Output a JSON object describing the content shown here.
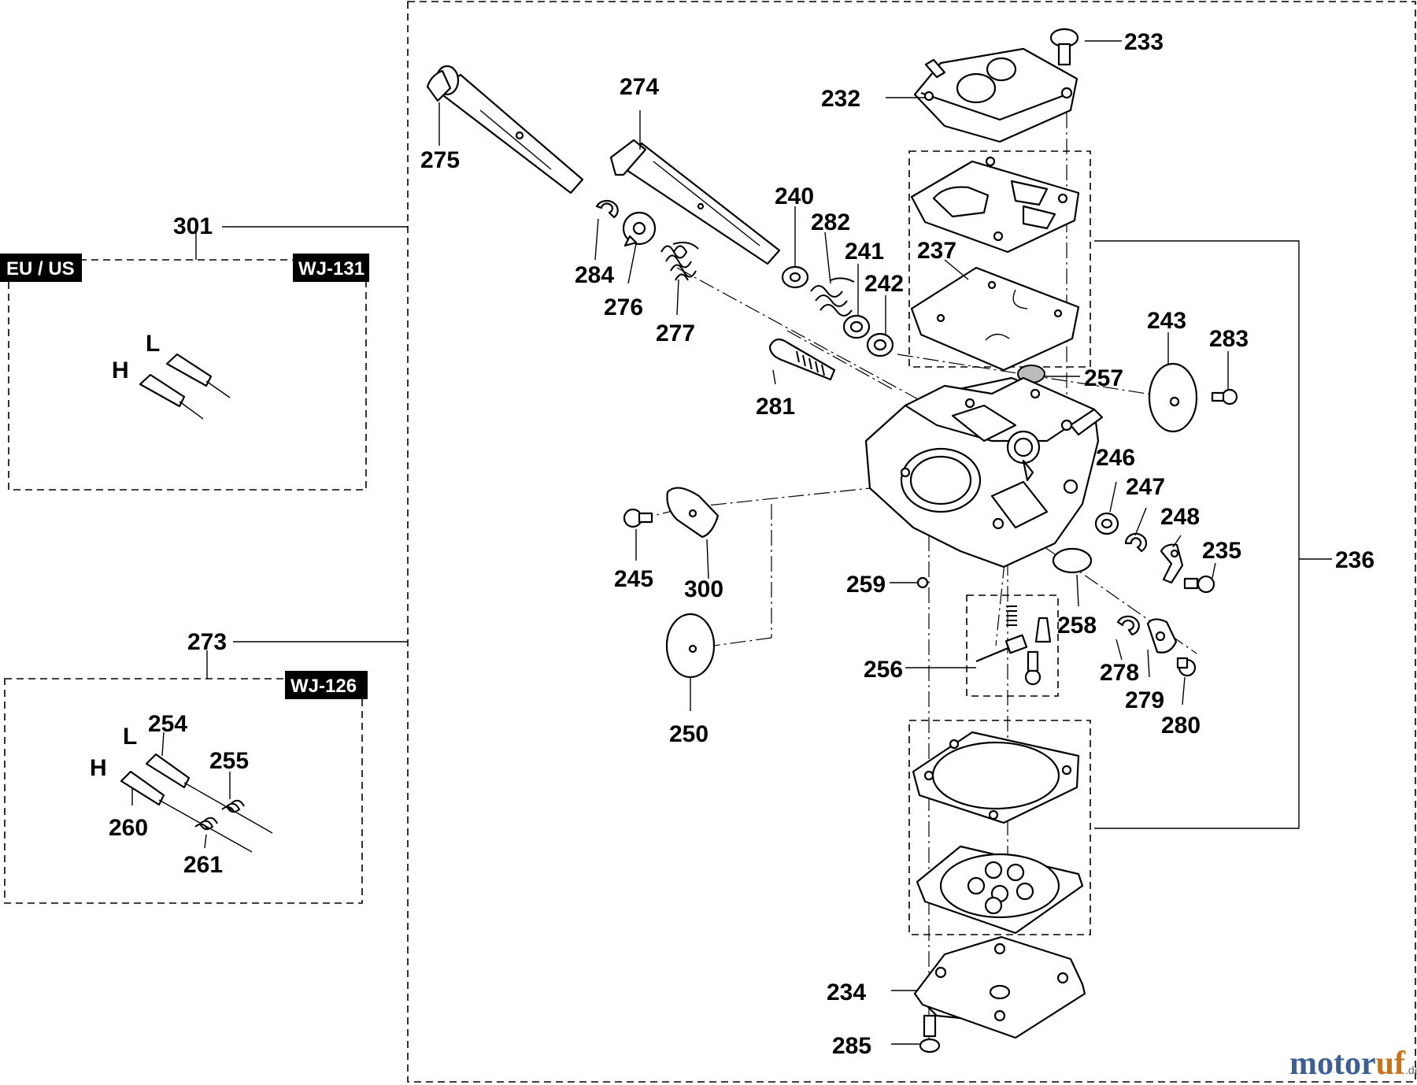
{
  "part_numbers": {
    "p233": "233",
    "p232": "232",
    "p274": "274",
    "p275": "275",
    "p301": "301",
    "p240": "240",
    "p282": "282",
    "p241": "241",
    "p242": "242",
    "p237": "237",
    "p284": "284",
    "p276": "276",
    "p277": "277",
    "p257": "257",
    "p243": "243",
    "p283": "283",
    "p281": "281",
    "p246": "246",
    "p247": "247",
    "p248": "248",
    "p235": "235",
    "p236": "236",
    "p245": "245",
    "p300": "300",
    "p259": "259",
    "p258": "258",
    "p273": "273",
    "p256": "256",
    "p278": "278",
    "p279": "279",
    "p280": "280",
    "p250": "250",
    "p254": "254",
    "p255": "255",
    "p260": "260",
    "p261": "261",
    "p234": "234",
    "p285": "285"
  },
  "variant_tags": {
    "eu_us": "EU / US",
    "wj131": "WJ-131",
    "wj126": "WJ-126"
  },
  "needle_labels": {
    "top_L": "L",
    "top_H": "H",
    "bottom_L": "L",
    "bottom_H": "H"
  },
  "watermark": {
    "part1": "motor",
    "part2": "uf",
    "suffix": ".de"
  }
}
